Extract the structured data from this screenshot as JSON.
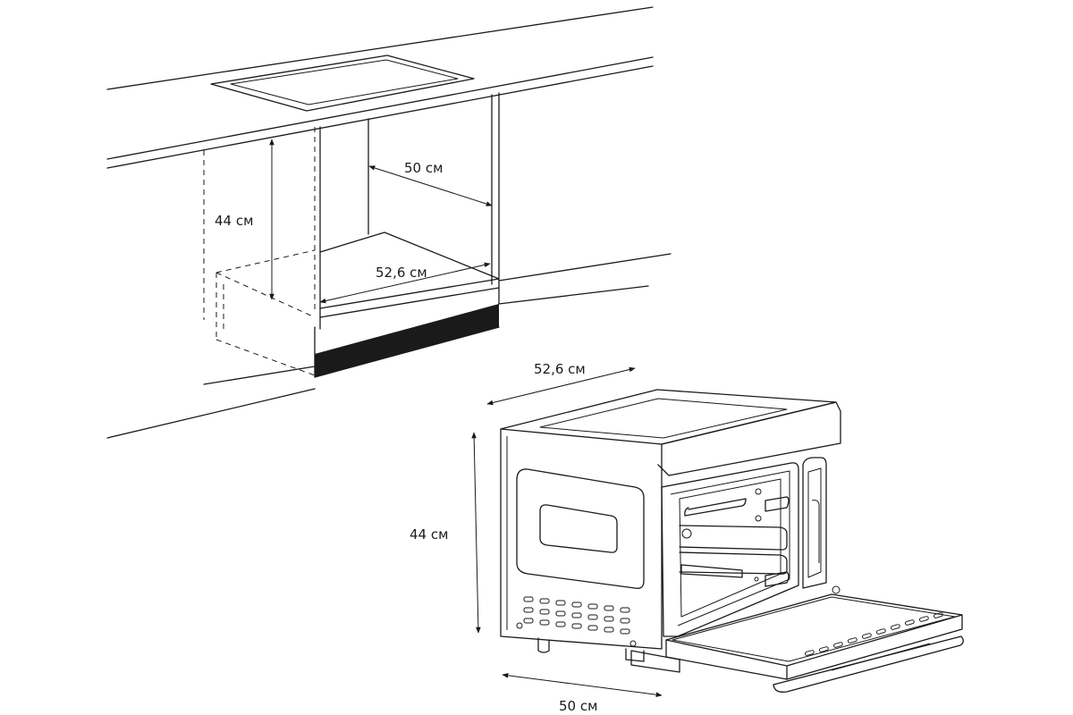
{
  "labels": {
    "niche_depth": "50 см",
    "niche_height": "44 см",
    "niche_width": "52,6 см",
    "oven_width": "52,6 см",
    "oven_height": "44 см",
    "oven_depth": "50 см"
  },
  "colors": {
    "line": "#1a1a1a",
    "plinth": "#1a1a1a",
    "background": "#ffffff"
  }
}
